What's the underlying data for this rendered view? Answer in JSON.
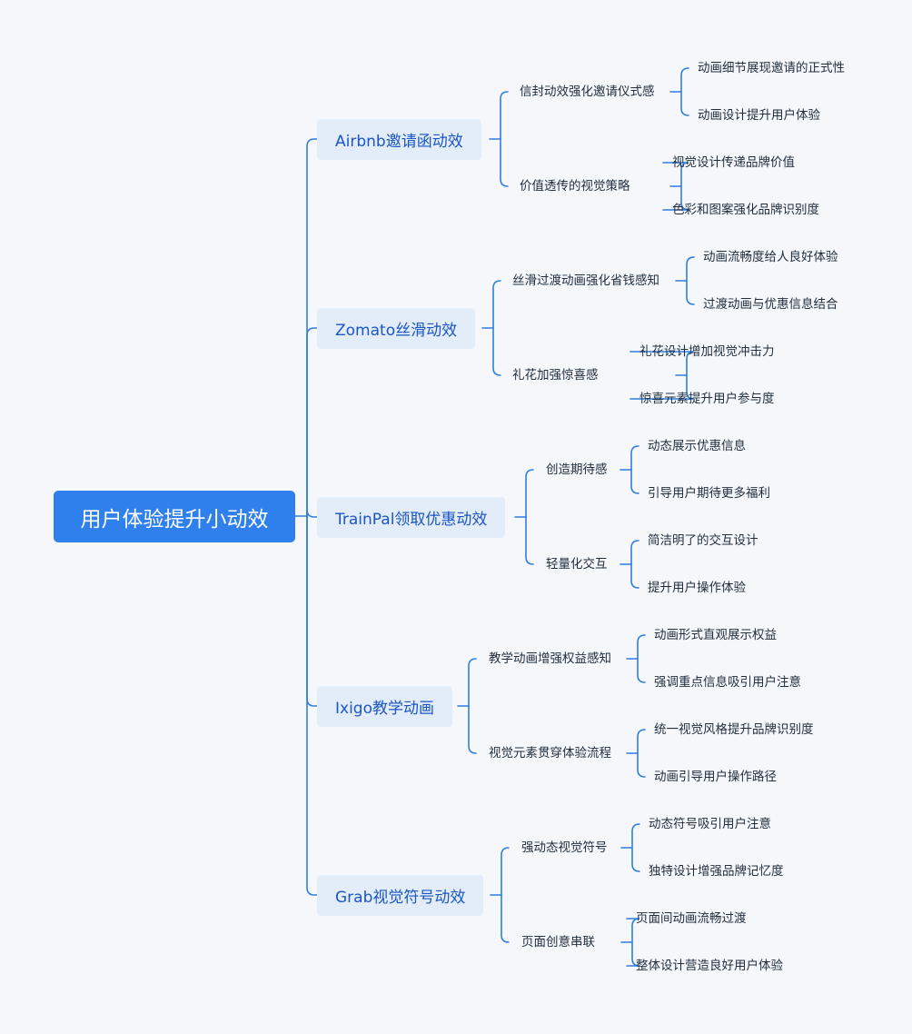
{
  "root": {
    "label": "用户体验提升小动效"
  },
  "branches": [
    {
      "label": "Airbnb邀请函动效",
      "children": [
        {
          "label": "信封动效强化邀请仪式感",
          "leaves": [
            "动画细节展现邀请的正式性",
            "动画设计提升用户体验"
          ]
        },
        {
          "label": "价值透传的视觉策略",
          "leaves": [
            "视觉设计传递品牌价值",
            "色彩和图案强化品牌识别度"
          ]
        }
      ]
    },
    {
      "label": "Zomato丝滑动效",
      "children": [
        {
          "label": "丝滑过渡动画强化省钱感知",
          "leaves": [
            "动画流畅度给人良好体验",
            "过渡动画与优惠信息结合"
          ]
        },
        {
          "label": "礼花加强惊喜感",
          "leaves": [
            "礼花设计增加视觉冲击力",
            "惊喜元素提升用户参与度"
          ]
        }
      ]
    },
    {
      "label": "TrainPal领取优惠动效",
      "children": [
        {
          "label": "创造期待感",
          "leaves": [
            "动态展示优惠信息",
            "引导用户期待更多福利"
          ]
        },
        {
          "label": "轻量化交互",
          "leaves": [
            "简洁明了的交互设计",
            "提升用户操作体验"
          ]
        }
      ]
    },
    {
      "label": "Ixigo教学动画",
      "children": [
        {
          "label": "教学动画增强权益感知",
          "leaves": [
            "动画形式直观展示权益",
            "强调重点信息吸引用户注意"
          ]
        },
        {
          "label": "视觉元素贯穿体验流程",
          "leaves": [
            "统一视觉风格提升品牌识别度",
            "动画引导用户操作路径"
          ]
        }
      ]
    },
    {
      "label": "Grab视觉符号动效",
      "children": [
        {
          "label": "强动态视觉符号",
          "leaves": [
            "动态符号吸引用户注意",
            "独特设计增强品牌记忆度"
          ]
        },
        {
          "label": "页面创意串联",
          "leaves": [
            "页面间动画流畅过渡",
            "整体设计营造良好用户体验"
          ]
        }
      ]
    }
  ],
  "colors": {
    "root_bg": "#2f80ed",
    "topic_bg": "#e3ecf9",
    "topic_text": "#1a56c4",
    "line": "#2f7fe0",
    "text": "#1f2d3d",
    "background": "#f5f7fa"
  }
}
